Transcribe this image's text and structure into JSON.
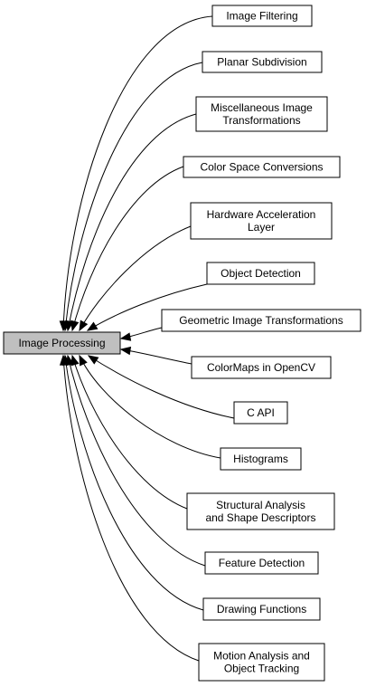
{
  "root": {
    "label": "Image Processing",
    "fill": "#bfbfbf"
  },
  "modules": [
    {
      "lines": [
        "Image Filtering"
      ]
    },
    {
      "lines": [
        "Planar Subdivision"
      ]
    },
    {
      "lines": [
        "Miscellaneous Image",
        "Transformations"
      ]
    },
    {
      "lines": [
        "Color Space Conversions"
      ]
    },
    {
      "lines": [
        "Hardware Acceleration",
        "Layer"
      ]
    },
    {
      "lines": [
        "Object Detection"
      ]
    },
    {
      "lines": [
        "Geometric Image Transformations"
      ]
    },
    {
      "lines": [
        "ColorMaps in OpenCV"
      ]
    },
    {
      "lines": [
        "C API"
      ]
    },
    {
      "lines": [
        "Histograms"
      ]
    },
    {
      "lines": [
        "Structural Analysis",
        "and Shape Descriptors"
      ]
    },
    {
      "lines": [
        "Feature Detection"
      ]
    },
    {
      "lines": [
        "Drawing Functions"
      ]
    },
    {
      "lines": [
        "Motion Analysis and",
        "Object Tracking"
      ]
    }
  ]
}
